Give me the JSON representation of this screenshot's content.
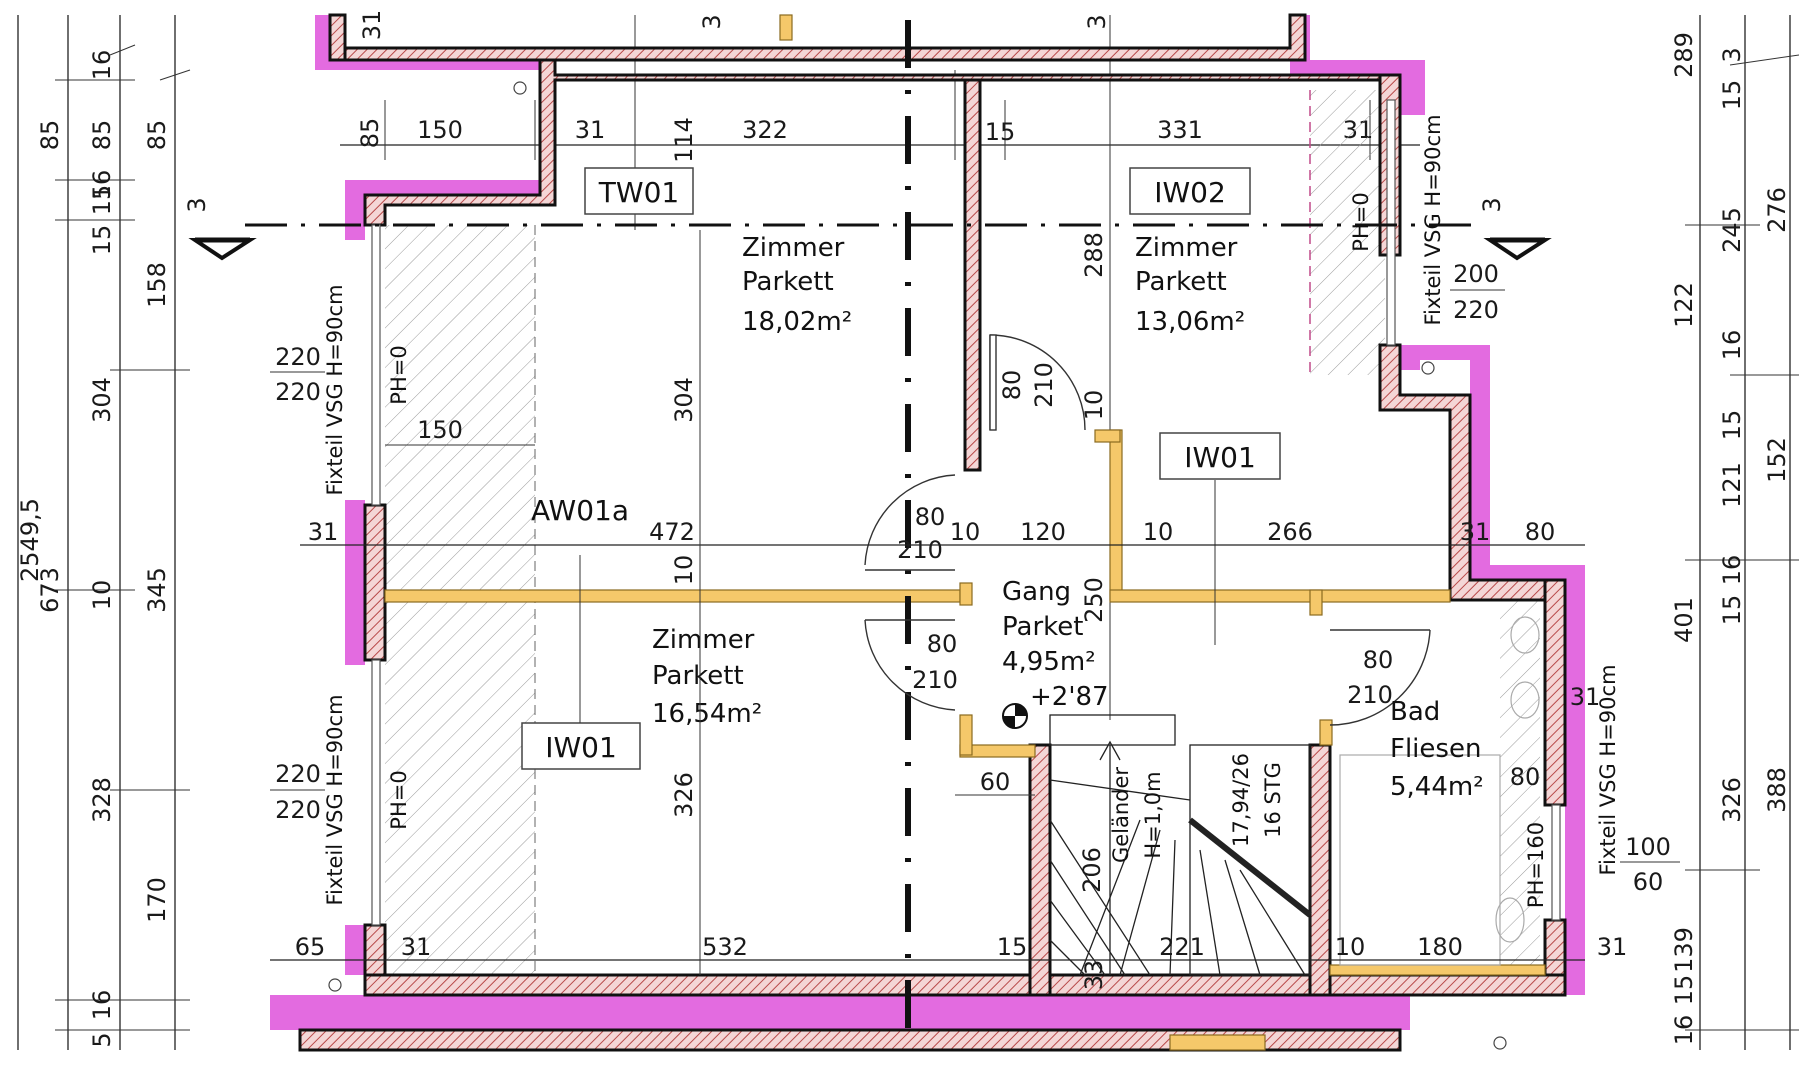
{
  "left_dims_outer": [
    "85",
    "16",
    "15",
    "673"
  ],
  "left_dims_outer_mid": [
    "85",
    "15",
    "304",
    "10",
    "328",
    "5"
  ],
  "left_dims_inner": [
    "85",
    "16",
    "158",
    "345",
    "170",
    "16"
  ],
  "left_rot_partial": "2549,5",
  "top_dims": [
    "85",
    "150",
    "31",
    "114",
    "322",
    "15",
    "331",
    "31"
  ],
  "top_small": [
    "31",
    "3",
    "3",
    "15"
  ],
  "right_dims_outer": [
    "289",
    "276",
    "152",
    "388"
  ],
  "right_dims_inner": [
    "15",
    "3",
    "245",
    "122",
    "16",
    "15",
    "121",
    "15",
    "16",
    "401",
    "326",
    "139",
    "16",
    "15"
  ],
  "section_marks": [
    "3",
    "3"
  ],
  "tags": [
    "TW01",
    "IW02",
    "IW01",
    "IW01",
    "AW01a"
  ],
  "rooms": [
    {
      "name": "Zimmer",
      "floor": "Parkett",
      "area": "18,02m²"
    },
    {
      "name": "Zimmer",
      "floor": "Parkett",
      "area": "13,06m²"
    },
    {
      "name": "Zimmer",
      "floor": "Parkett",
      "area": "16,54m²"
    },
    {
      "name": "Gang",
      "floor": "Parket",
      "area": "4,95m²"
    },
    {
      "name": "Bad",
      "floor": "Fliesen",
      "area": "5,44m²"
    }
  ],
  "level_mark": "+2'87",
  "window_labels": [
    "Fixteil VSG H=90cm",
    "Fixteil VSG H=90cm",
    "Fixteil VSG H=90cm",
    "Fixteil VSG H=90cm"
  ],
  "parapet_labels": [
    "PH=0",
    "PH=0",
    "PH=0",
    "PH=160"
  ],
  "window_sizes": [
    "220",
    "220",
    "220",
    "220",
    "200",
    "220",
    "100",
    "60"
  ],
  "door_sizes": [
    "80",
    "210",
    "80",
    "210",
    "80",
    "210",
    "80",
    "210"
  ],
  "inner_dims": [
    "150",
    "31",
    "472",
    "10",
    "10",
    "120",
    "10",
    "266",
    "31",
    "80",
    "304",
    "326",
    "288",
    "250",
    "10",
    "60",
    "206",
    "221",
    "15",
    "33",
    "10",
    "180",
    "31",
    "65",
    "31",
    "532",
    "80",
    "31"
  ],
  "stair_text": [
    "Geländer",
    "H=1,0m",
    "17,94/26",
    "16 STG"
  ],
  "colors": {
    "wall_pink": "#e36be0",
    "wall_hatch": "#c0504d",
    "inner_yellow": "#f5c86a"
  }
}
